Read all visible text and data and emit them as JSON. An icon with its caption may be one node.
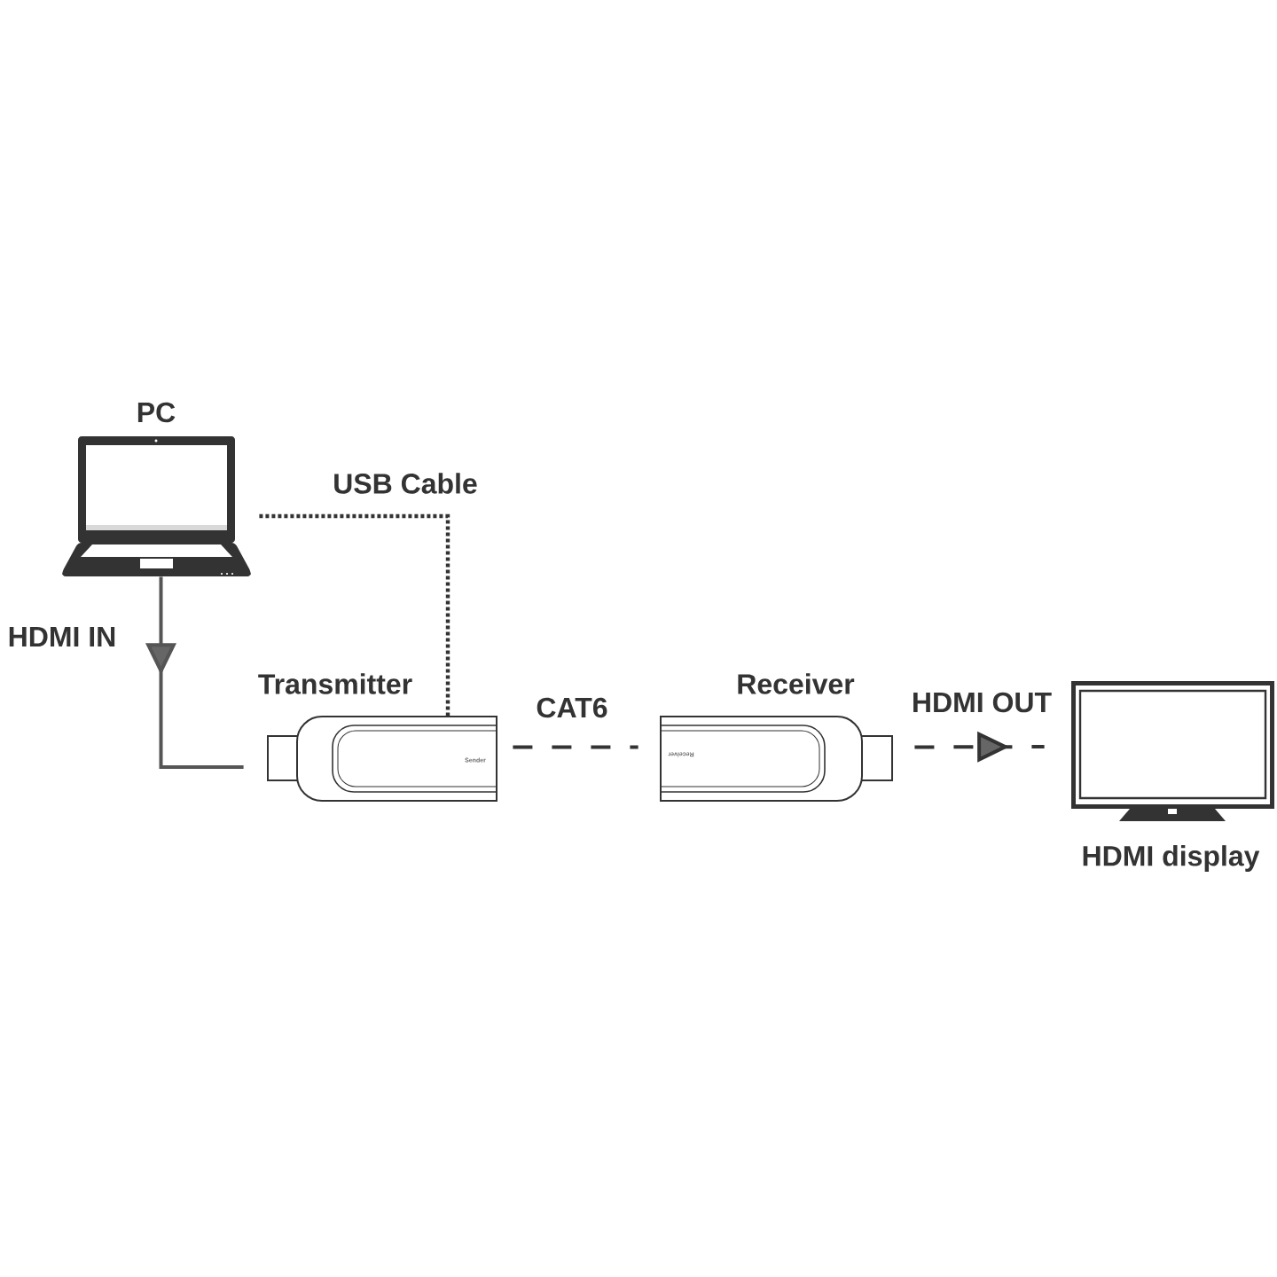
{
  "diagram": {
    "nodes": [
      {
        "text": [
          "PC"
        ]
      },
      {
        "text": [
          "Transmitter",
          "Sender"
        ]
      },
      {
        "text": [
          "Receiver",
          "Receiver"
        ]
      },
      {
        "text": [
          "HDMI display"
        ]
      }
    ],
    "edges": [
      {
        "from": 0,
        "to": 1,
        "arrow": "to",
        "label": "HDMI IN",
        "color": "#555555"
      },
      {
        "from": 0,
        "to": 1,
        "arrow": "none",
        "label": "USB Cable",
        "style": "dashed"
      },
      {
        "from": 1,
        "to": 2,
        "arrow": "none",
        "label": "CAT6",
        "style": "dashed"
      },
      {
        "from": 2,
        "to": 3,
        "arrow": "to",
        "label": "HDMI OUT",
        "style": "dashed"
      }
    ]
  }
}
